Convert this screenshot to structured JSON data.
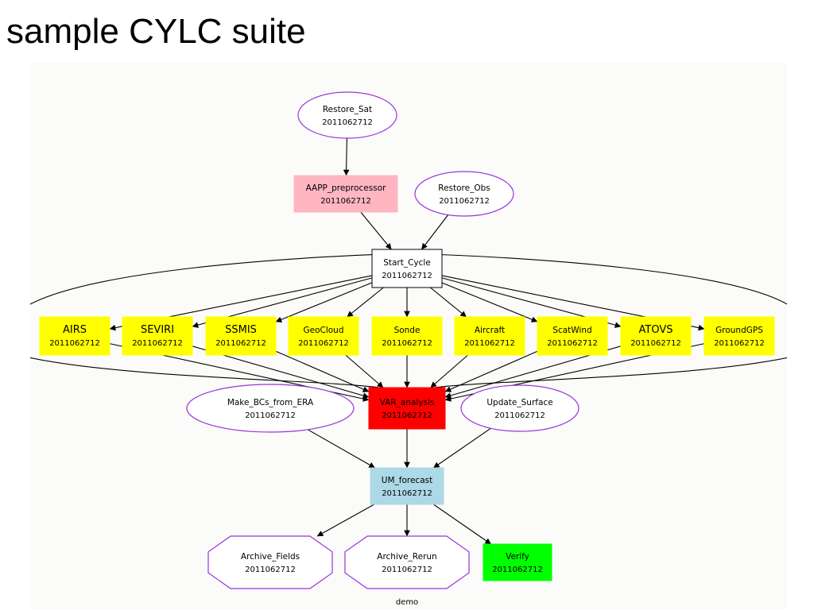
{
  "title": "sample CYLC suite",
  "graph": {
    "footer_label": "demo",
    "colors": {
      "ellipse_stroke": "#9933dd",
      "octagon_stroke": "#9933dd",
      "pink": "#ffb6c1",
      "yellow": "#ffff00",
      "red": "#ff0000",
      "lightblue": "#add8e6",
      "green": "#00ff00",
      "white": "#ffffff"
    },
    "nodes": [
      {
        "id": "Restore_Sat",
        "label": "Restore_Sat",
        "cycle": "2011062712",
        "shape": "ellipse",
        "fill": "white"
      },
      {
        "id": "AAPP_preprocessor",
        "label": "AAPP_preprocessor",
        "cycle": "2011062712",
        "shape": "box",
        "fill": "pink"
      },
      {
        "id": "Restore_Obs",
        "label": "Restore_Obs",
        "cycle": "2011062712",
        "shape": "ellipse",
        "fill": "white"
      },
      {
        "id": "Start_Cycle",
        "label": "Start_Cycle",
        "cycle": "2011062712",
        "shape": "box",
        "fill": "white"
      },
      {
        "id": "AIRS",
        "label": "AIRS",
        "cycle": "2011062712",
        "shape": "box",
        "fill": "yellow"
      },
      {
        "id": "SEVIRI",
        "label": "SEVIRI",
        "cycle": "2011062712",
        "shape": "box",
        "fill": "yellow"
      },
      {
        "id": "SSMIS",
        "label": "SSMIS",
        "cycle": "2011062712",
        "shape": "box",
        "fill": "yellow"
      },
      {
        "id": "GeoCloud",
        "label": "GeoCloud",
        "cycle": "2011062712",
        "shape": "box",
        "fill": "yellow"
      },
      {
        "id": "Sonde",
        "label": "Sonde",
        "cycle": "2011062712",
        "shape": "box",
        "fill": "yellow"
      },
      {
        "id": "Aircraft",
        "label": "Aircraft",
        "cycle": "2011062712",
        "shape": "box",
        "fill": "yellow"
      },
      {
        "id": "ScatWind",
        "label": "ScatWind",
        "cycle": "2011062712",
        "shape": "box",
        "fill": "yellow"
      },
      {
        "id": "ATOVS",
        "label": "ATOVS",
        "cycle": "2011062712",
        "shape": "box",
        "fill": "yellow"
      },
      {
        "id": "GroundGPS",
        "label": "GroundGPS",
        "cycle": "2011062712",
        "shape": "box",
        "fill": "yellow"
      },
      {
        "id": "Make_BCs_from_ERA",
        "label": "Make_BCs_from_ERA",
        "cycle": "2011062712",
        "shape": "ellipse",
        "fill": "white"
      },
      {
        "id": "VAR_analysis",
        "label": "VAR_analysis",
        "cycle": "2011062712",
        "shape": "box",
        "fill": "red"
      },
      {
        "id": "Update_Surface",
        "label": "Update_Surface",
        "cycle": "2011062712",
        "shape": "ellipse",
        "fill": "white"
      },
      {
        "id": "UM_forecast",
        "label": "UM_forecast",
        "cycle": "2011062712",
        "shape": "box",
        "fill": "lightblue"
      },
      {
        "id": "Archive_Fields",
        "label": "Archive_Fields",
        "cycle": "2011062712",
        "shape": "octagon",
        "fill": "white"
      },
      {
        "id": "Archive_Rerun",
        "label": "Archive_Rerun",
        "cycle": "2011062712",
        "shape": "octagon",
        "fill": "white"
      },
      {
        "id": "Verify",
        "label": "Verify",
        "cycle": "2011062712",
        "shape": "box",
        "fill": "green"
      }
    ],
    "edges": [
      [
        "Restore_Sat",
        "AAPP_preprocessor"
      ],
      [
        "AAPP_preprocessor",
        "Start_Cycle"
      ],
      [
        "Restore_Obs",
        "Start_Cycle"
      ],
      [
        "Start_Cycle",
        "AIRS"
      ],
      [
        "Start_Cycle",
        "SEVIRI"
      ],
      [
        "Start_Cycle",
        "SSMIS"
      ],
      [
        "Start_Cycle",
        "GeoCloud"
      ],
      [
        "Start_Cycle",
        "Sonde"
      ],
      [
        "Start_Cycle",
        "Aircraft"
      ],
      [
        "Start_Cycle",
        "ScatWind"
      ],
      [
        "Start_Cycle",
        "ATOVS"
      ],
      [
        "Start_Cycle",
        "GroundGPS"
      ],
      [
        "AIRS",
        "VAR_analysis"
      ],
      [
        "SEVIRI",
        "VAR_analysis"
      ],
      [
        "SSMIS",
        "VAR_analysis"
      ],
      [
        "GeoCloud",
        "VAR_analysis"
      ],
      [
        "Sonde",
        "VAR_analysis"
      ],
      [
        "Aircraft",
        "VAR_analysis"
      ],
      [
        "ScatWind",
        "VAR_analysis"
      ],
      [
        "ATOVS",
        "VAR_analysis"
      ],
      [
        "GroundGPS",
        "VAR_analysis"
      ],
      [
        "VAR_analysis",
        "UM_forecast"
      ],
      [
        "Make_BCs_from_ERA",
        "UM_forecast"
      ],
      [
        "Update_Surface",
        "UM_forecast"
      ],
      [
        "UM_forecast",
        "Archive_Fields"
      ],
      [
        "UM_forecast",
        "Archive_Rerun"
      ],
      [
        "UM_forecast",
        "Verify"
      ]
    ]
  }
}
